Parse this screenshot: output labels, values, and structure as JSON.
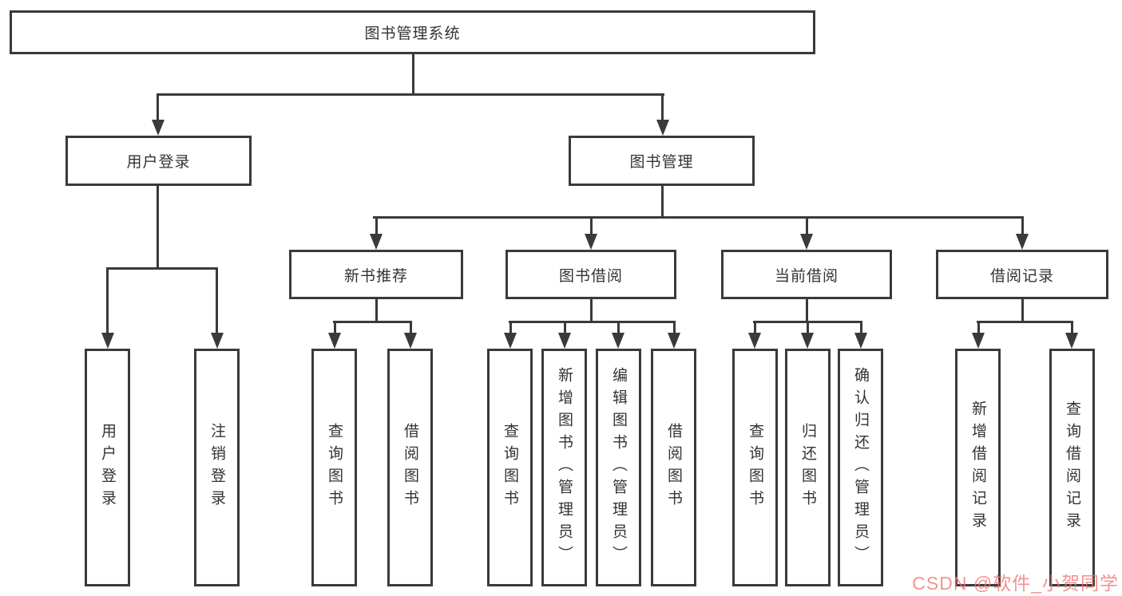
{
  "diagram": {
    "root": "图书管理系统",
    "branches": [
      {
        "label": "用户登录",
        "leaves": [
          "用户登录",
          "注销登录"
        ]
      },
      {
        "label": "图书管理",
        "children": [
          {
            "label": "新书推荐",
            "leaves": [
              "查询图书",
              "借阅图书"
            ]
          },
          {
            "label": "图书借阅",
            "leaves": [
              "查询图书",
              "新增图书（管理员）",
              "编辑图书（管理员）",
              "借阅图书"
            ]
          },
          {
            "label": "当前借阅",
            "leaves": [
              "查询图书",
              "归还图书",
              "确认归还（管理员）"
            ]
          },
          {
            "label": "借阅记录",
            "leaves": [
              "新增借阅记录",
              "查询借阅记录"
            ]
          }
        ]
      }
    ]
  },
  "watermark": {
    "text": "CSDN @软件_小贺同学",
    "color": "rgba(239,115,115,0.78)"
  },
  "colors": {
    "line": "#3a3a3a",
    "text": "#333333",
    "background": "#ffffff"
  }
}
